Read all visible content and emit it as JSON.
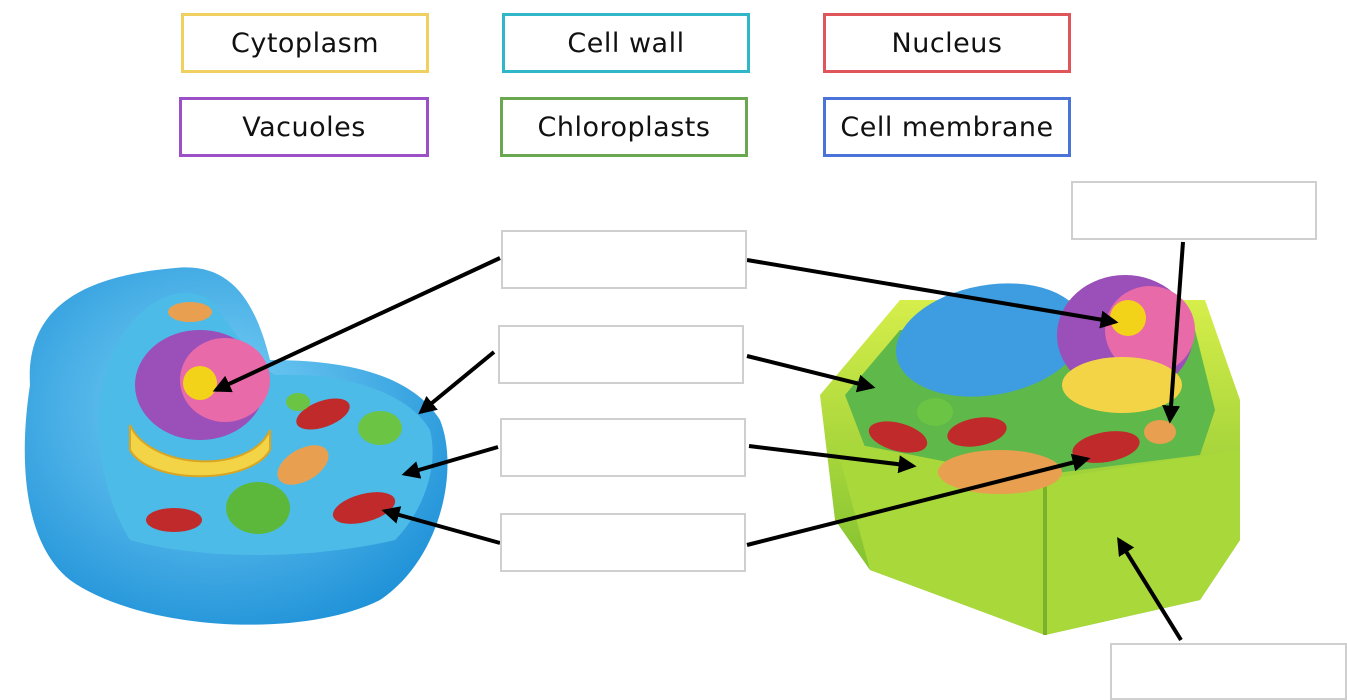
{
  "word_bank": [
    {
      "label": "Cytoplasm",
      "color": "#f0d060"
    },
    {
      "label": "Cell wall",
      "color": "#2fb6c8"
    },
    {
      "label": "Nucleus",
      "color": "#e0555a"
    },
    {
      "label": "Vacuoles",
      "color": "#9b50c8"
    },
    {
      "label": "Chloroplasts",
      "color": "#6aa84f"
    },
    {
      "label": "Cell membrane",
      "color": "#4a74d8"
    }
  ],
  "colors": {
    "animal_cell": "#29a8e8",
    "plant_cell": "#8cc83c",
    "arrow": "#000000",
    "blank_border": "#cfcfcf"
  }
}
